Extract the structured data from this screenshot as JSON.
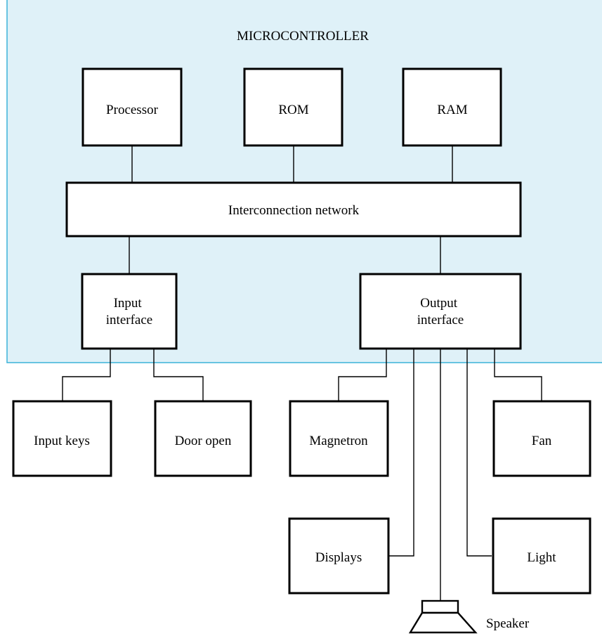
{
  "colors": {
    "microcontroller_fill": "#dff1f8",
    "microcontroller_border": "#3bb3d9",
    "box_fill": "#ffffff",
    "stroke": "#000000"
  },
  "diagram": {
    "container_label": "MICROCONTROLLER",
    "blocks": {
      "processor": "Processor",
      "rom": "ROM",
      "ram": "RAM",
      "interconnect": "Interconnection network",
      "input_interface": [
        "Input",
        "interface"
      ],
      "output_interface": [
        "Output",
        "interface"
      ],
      "input_keys": "Input keys",
      "door_open": "Door open",
      "magnetron": "Magnetron",
      "fan": "Fan",
      "displays": "Displays",
      "light": "Light",
      "speaker": "Speaker"
    }
  }
}
